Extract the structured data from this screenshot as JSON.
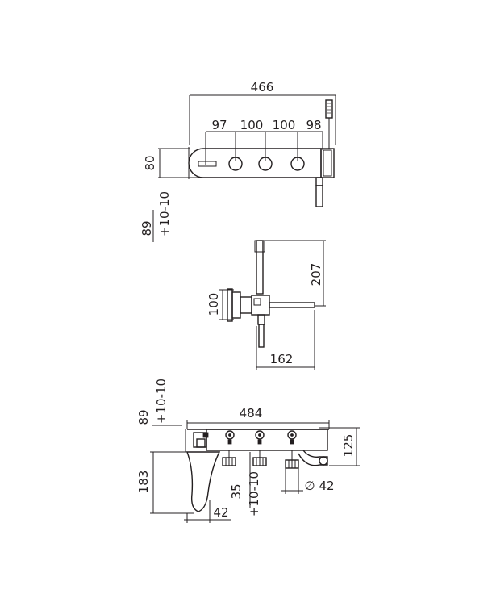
{
  "top_view": {
    "overall_width": "466",
    "spacing_1": "97",
    "spacing_2": "100",
    "spacing_3": "100",
    "spacing_4": "98",
    "height": "80",
    "wall_depth": "89",
    "tolerance": "+10-10"
  },
  "side_view": {
    "height": "207",
    "plate_height": "100",
    "depth": "162"
  },
  "front_view": {
    "wall_depth": "89",
    "tolerance_top": "+10-10",
    "overall_width": "484",
    "height": "125",
    "spout_height": "183",
    "handle_offset": "35",
    "tolerance_bottom": "+10-10",
    "spout_width": "42",
    "diameter_symbol": "∅",
    "diameter": "42"
  }
}
